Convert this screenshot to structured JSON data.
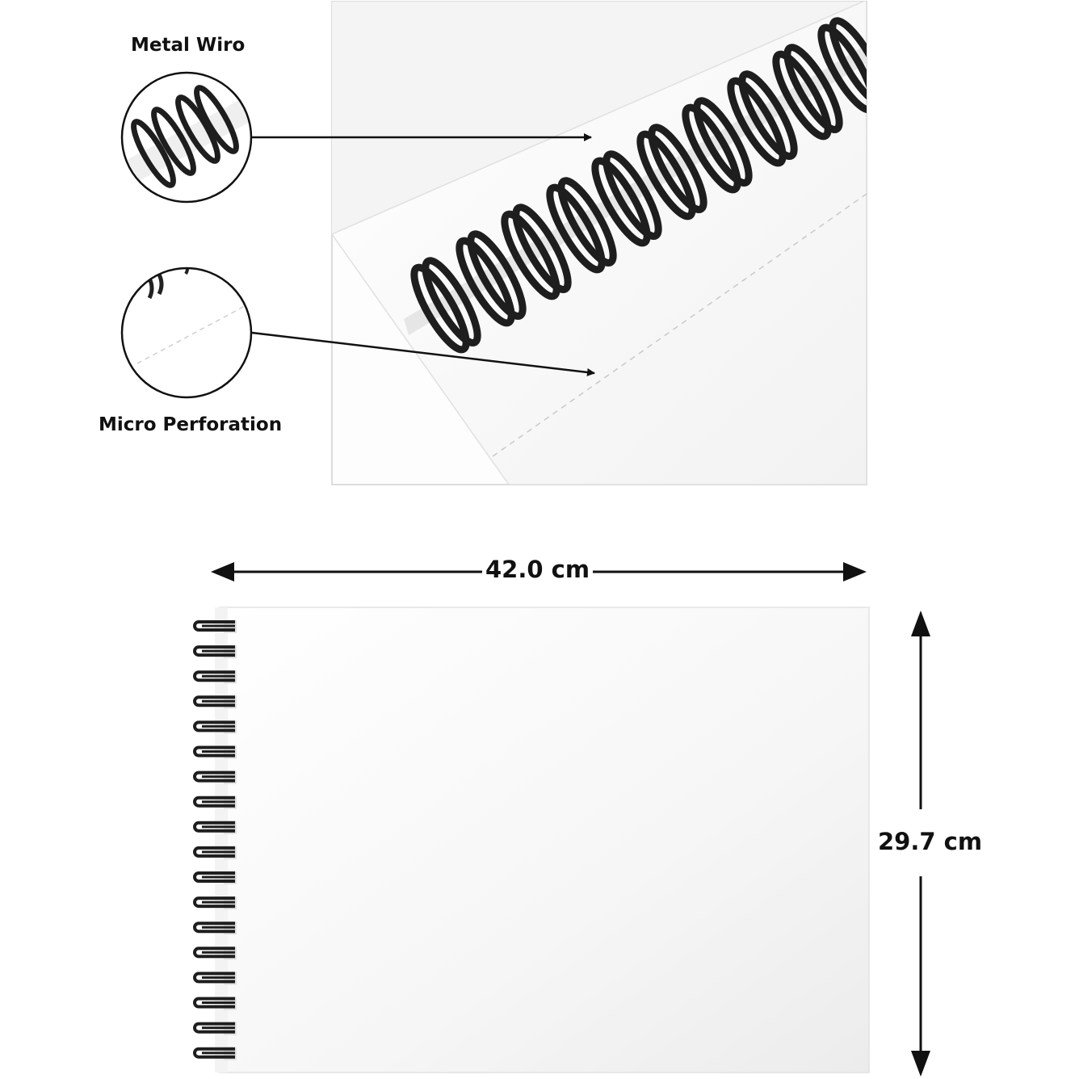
{
  "callouts": {
    "wiro_label": "Metal Wiro",
    "perforation_label": "Micro Perforation"
  },
  "dimensions": {
    "width": "42.0 cm",
    "height": "29.7 cm"
  },
  "colors": {
    "wire": "#1e1e1e",
    "paper": "#ffffff",
    "frame_border": "#dcdcdc",
    "text": "#111111"
  }
}
